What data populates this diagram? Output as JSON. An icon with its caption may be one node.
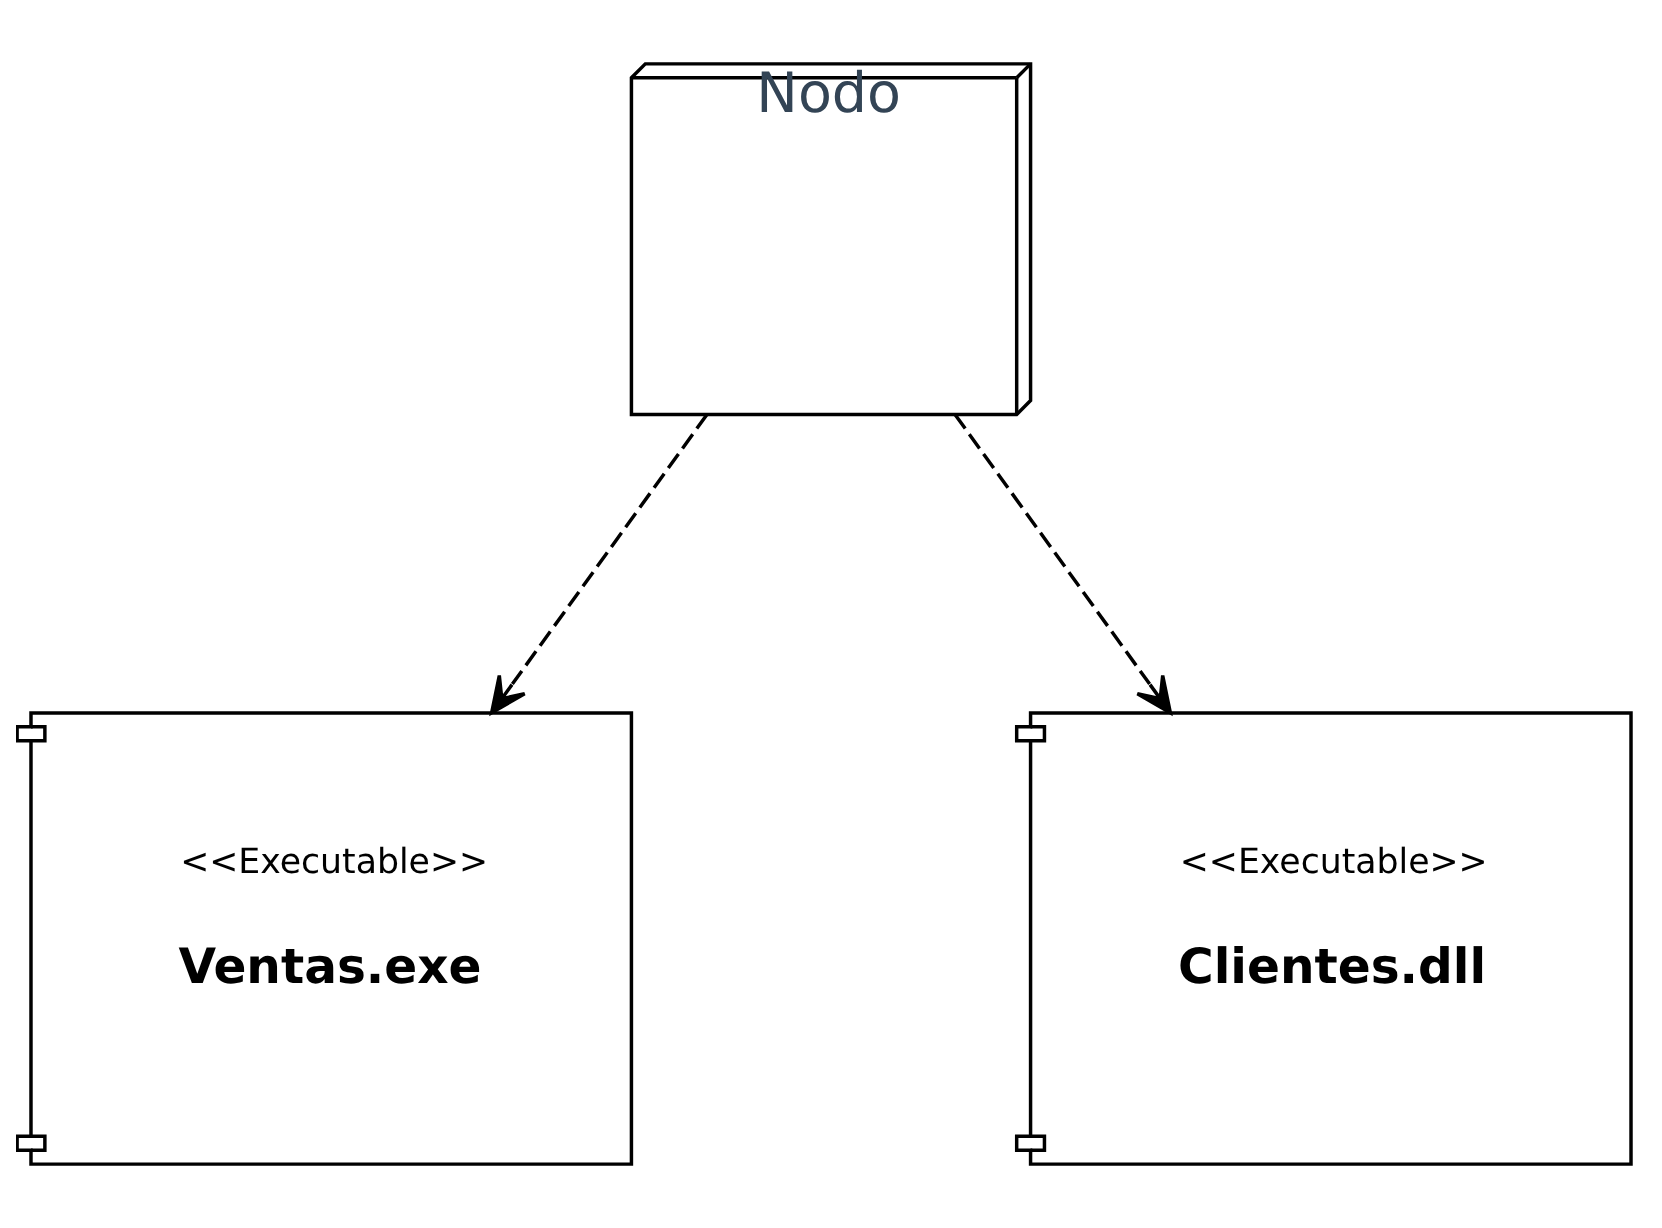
{
  "diagram": {
    "nodes": [
      {
        "text": [
          "Nodo"
        ]
      },
      {
        "text": [
          "<<Executable>>",
          "Ventas.exe"
        ]
      },
      {
        "text": [
          "<<Executable>>",
          "Clientes.dll"
        ]
      }
    ],
    "edges": [
      {
        "from": 0,
        "to": 1,
        "arrow": "to",
        "style": "dashed"
      },
      {
        "from": 0,
        "to": 2,
        "arrow": "to",
        "style": "dashed"
      }
    ]
  }
}
